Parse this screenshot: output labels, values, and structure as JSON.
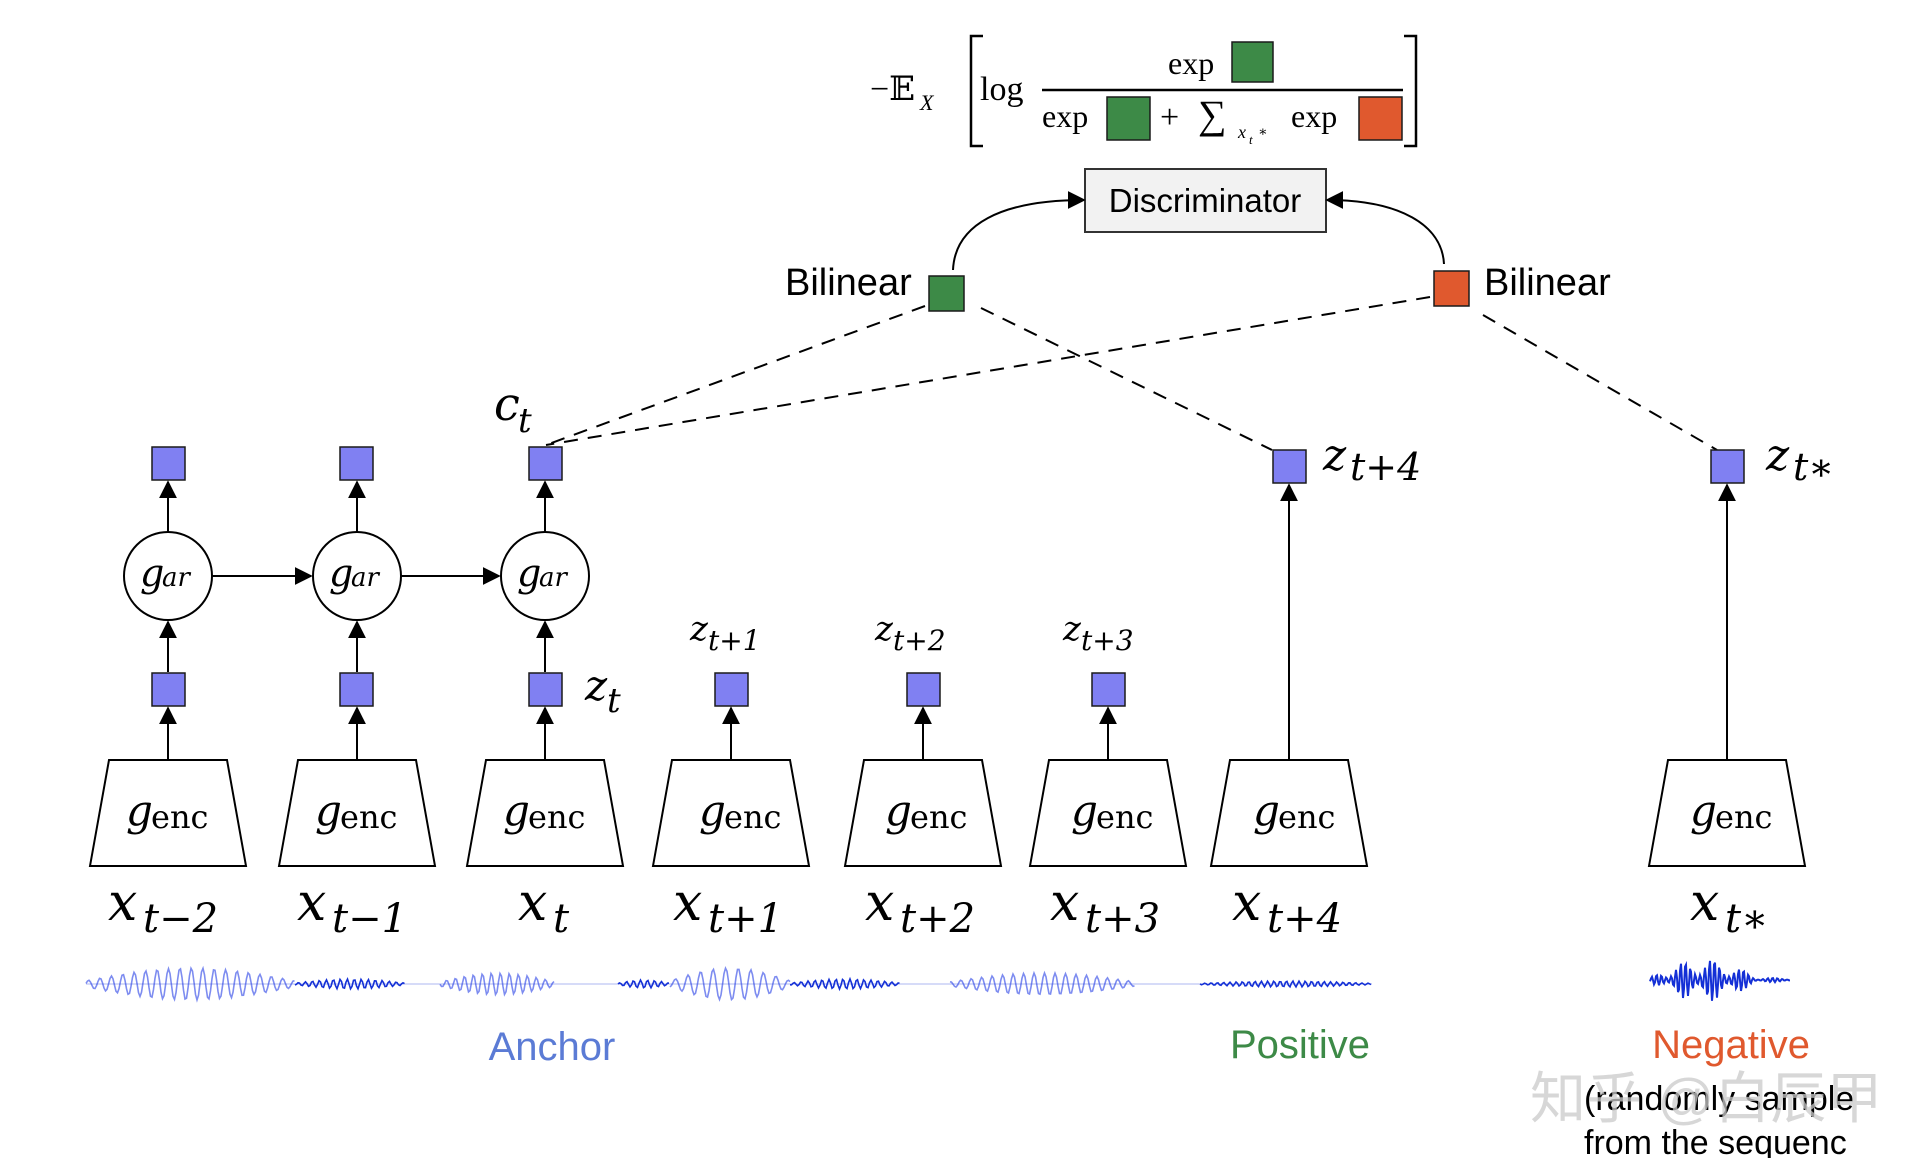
{
  "colors": {
    "latent_square": "#8080f2",
    "positive_square": "#3d8a47",
    "negative_square": "#e0592e",
    "anchor_text": "#5b7bd5",
    "positive_text": "#3d8a47",
    "negative_text": "#e0592e",
    "waveform": "#1430d6",
    "waveform_light": "#7d8cf0",
    "discriminator_fill": "#f2f2f2"
  },
  "loss": {
    "prefix": "−𝔼",
    "prefix_sub": "X",
    "log": "log",
    "numerator_exp": "exp",
    "denominator_exp": "exp",
    "plus": "+",
    "sum": "∑",
    "sum_sub": "x",
    "sum_sub_t": "t",
    "sum_sub_star": "∗",
    "denominator_exp2": "exp"
  },
  "discriminator": {
    "label": "Discriminator"
  },
  "bilinear_left": {
    "label": "Bilinear"
  },
  "bilinear_right": {
    "label": "Bilinear"
  },
  "gar_units": [
    {
      "main": "g",
      "sub": "ar"
    },
    {
      "main": "g",
      "sub": "ar"
    },
    {
      "main": "g",
      "sub": "ar"
    }
  ],
  "context_label": {
    "main": "c",
    "sub": "t"
  },
  "latent_labels": {
    "zt": {
      "main": "z",
      "sub": "t"
    },
    "zt1": {
      "main": "z",
      "sub": "t+1"
    },
    "zt2": {
      "main": "z",
      "sub": "t+2"
    },
    "zt3": {
      "main": "z",
      "sub": "t+3"
    },
    "zt4": {
      "main": "z",
      "sub": "t+4"
    },
    "zstar": {
      "main": "z",
      "sub": "t∗"
    }
  },
  "encoders": [
    {
      "main": "g",
      "sub": "enc"
    },
    {
      "main": "g",
      "sub": "enc"
    },
    {
      "main": "g",
      "sub": "enc"
    },
    {
      "main": "g",
      "sub": "enc"
    },
    {
      "main": "g",
      "sub": "enc"
    },
    {
      "main": "g",
      "sub": "enc"
    },
    {
      "main": "g",
      "sub": "enc"
    },
    {
      "main": "g",
      "sub": "enc"
    }
  ],
  "inputs": [
    {
      "main": "x",
      "sub": "t−2"
    },
    {
      "main": "x",
      "sub": "t−1"
    },
    {
      "main": "x",
      "sub": "t"
    },
    {
      "main": "x",
      "sub": "t+1"
    },
    {
      "main": "x",
      "sub": "t+2"
    },
    {
      "main": "x",
      "sub": "t+3"
    },
    {
      "main": "x",
      "sub": "t+4"
    },
    {
      "main": "x",
      "sub": "t∗"
    }
  ],
  "legend": {
    "anchor": "Anchor",
    "positive": "Positive",
    "negative": "Negative",
    "negative_note_line1": "(randomly sample",
    "negative_note_line2": "from the sequenc"
  },
  "watermark": "知乎 @白辰甲"
}
